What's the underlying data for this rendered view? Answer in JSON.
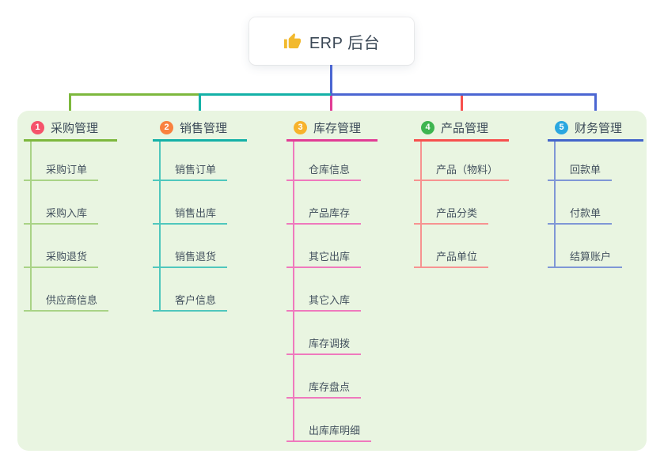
{
  "root": {
    "label": "ERP 后台",
    "icon": "thumbs-up-icon"
  },
  "palette": {
    "page_background": "#ffffff",
    "group_panel_background": "#e9f5e1",
    "connector_blue": "#4b66d2",
    "title_text": "#3b4a58",
    "child_text": "#44525f"
  },
  "branches": [
    {
      "number": "1",
      "label": "采购管理",
      "badge_color": "#f5536b",
      "line_color": "#7db83d",
      "child_line_color": "#a9d386",
      "children": [
        "采购订单",
        "采购入库",
        "采购退货",
        "供应商信息"
      ]
    },
    {
      "number": "2",
      "label": "销售管理",
      "badge_color": "#f9813e",
      "line_color": "#14b1a7",
      "child_line_color": "#4fc7bd",
      "children": [
        "销售订单",
        "销售出库",
        "销售退货",
        "客户信息"
      ]
    },
    {
      "number": "3",
      "label": "库存管理",
      "badge_color": "#f7b32c",
      "line_color": "#e13c95",
      "child_line_color": "#ef79bd",
      "children": [
        "仓库信息",
        "产品库存",
        "其它出库",
        "其它入库",
        "库存调拨",
        "库存盘点",
        "出库库明细"
      ]
    },
    {
      "number": "4",
      "label": "产品管理",
      "badge_color": "#3eb550",
      "line_color": "#f7504e",
      "child_line_color": "#f79391",
      "children": [
        "产品（物料）",
        "产品分类",
        "产品单位"
      ]
    },
    {
      "number": "5",
      "label": "财务管理",
      "badge_color": "#2aa7e0",
      "line_color": "#4365ca",
      "child_line_color": "#7f97d6",
      "children": [
        "回款单",
        "付款单",
        "结算账户"
      ]
    }
  ]
}
